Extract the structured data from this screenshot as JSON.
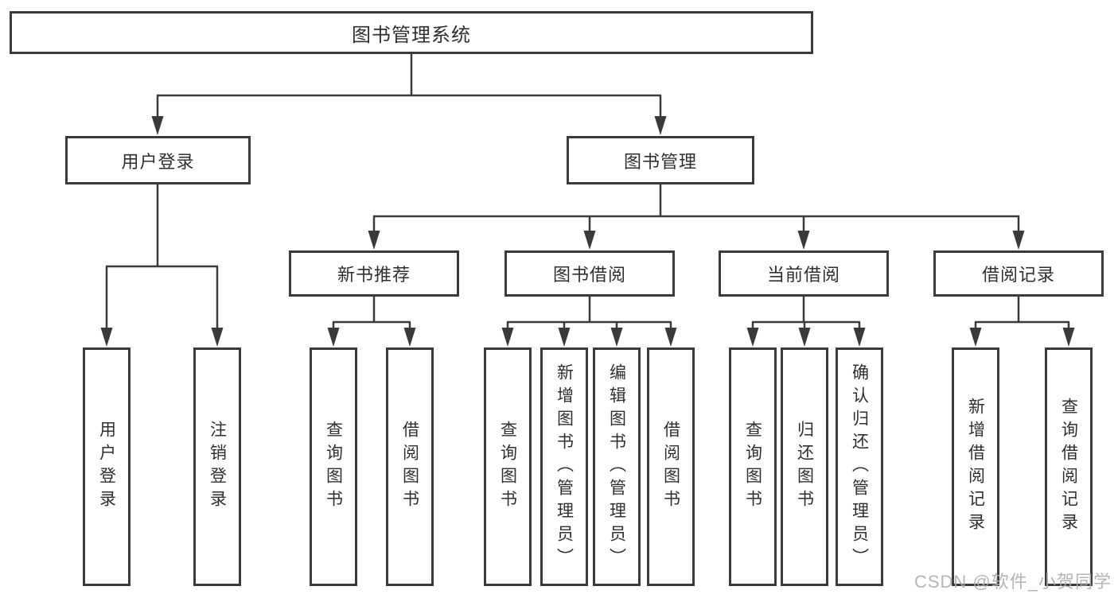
{
  "diagram_type": "hierarchy-tree",
  "colors": {
    "line": "#3a3a3a",
    "box_border": "#3a3a3a",
    "text": "#2f2f2f",
    "background": "#ffffff",
    "watermark": "#acacac"
  },
  "watermark": "CSDN @软件_小贺同学",
  "tree": {
    "root": {
      "label": "图书管理系统",
      "children": [
        {
          "label": "用户登录",
          "children": [
            {
              "label": "用户登录"
            },
            {
              "label": "注销登录"
            }
          ]
        },
        {
          "label": "图书管理",
          "children": [
            {
              "label": "新书推荐",
              "children": [
                {
                  "label": "查询图书"
                },
                {
                  "label": "借阅图书"
                }
              ]
            },
            {
              "label": "图书借阅",
              "children": [
                {
                  "label": "查询图书"
                },
                {
                  "label": "新增图书（管理员）"
                },
                {
                  "label": "编辑图书（管理员）"
                },
                {
                  "label": "借阅图书"
                }
              ]
            },
            {
              "label": "当前借阅",
              "children": [
                {
                  "label": "查询图书"
                },
                {
                  "label": "归还图书"
                },
                {
                  "label": "确认归还（管理员）"
                }
              ]
            },
            {
              "label": "借阅记录",
              "children": [
                {
                  "label": "新增借阅记录"
                },
                {
                  "label": "查询借阅记录"
                }
              ]
            }
          ]
        }
      ]
    }
  }
}
